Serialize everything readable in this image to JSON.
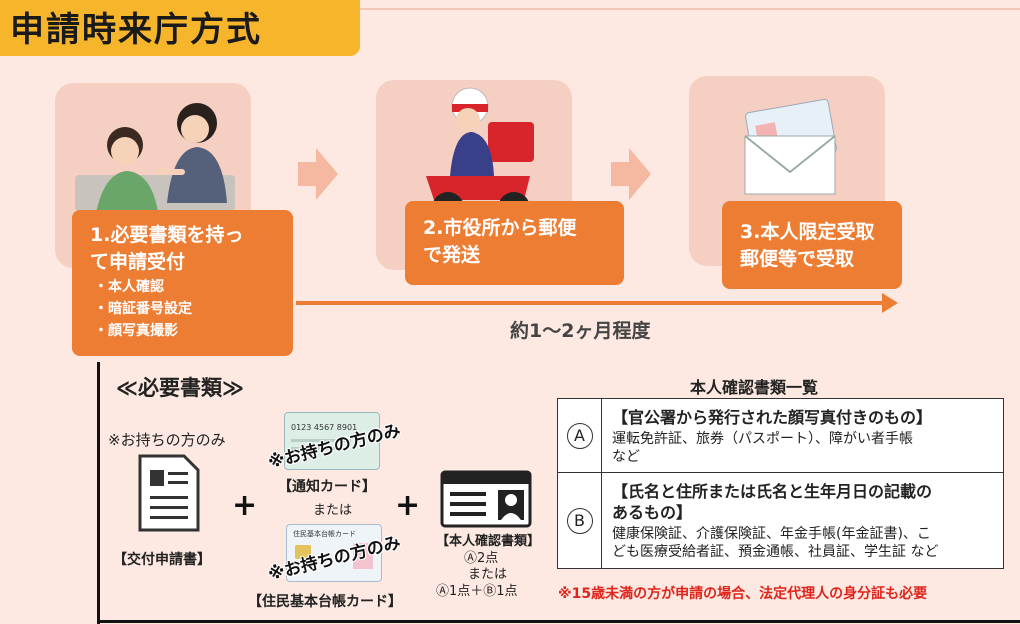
{
  "title": "申請時来庁方式",
  "steps": [
    {
      "label_line1": "1.必要書類を持っ",
      "label_line2": "て申請受付",
      "bullets": [
        "本人確認",
        "暗証番号設定",
        "顔写真撮影"
      ],
      "illustration": "reception-staff-illustration"
    },
    {
      "label_line1": "2.市役所から郵便",
      "label_line2": "で発送",
      "illustration": "postal-delivery-scooter-illustration"
    },
    {
      "label_line1": "3.本人限定受取",
      "label_line2": "郵便等で受取",
      "illustration": "envelope-with-card-illustration"
    }
  ],
  "period": "約1～2ヶ月程度",
  "required_docs": {
    "heading": "≪必要書類≫",
    "only_note": "※お持ちの方のみ",
    "application_form": "【交付申請書】",
    "notice_card": "【通知カード】",
    "or_text": "または",
    "resident_card": "【住民基本台帳カード】",
    "card_only_note": "※お持ちの方のみ",
    "id_docs_label": "【本人確認書類】",
    "id_docs_rule_1": "Ⓐ2点",
    "id_docs_rule_or": "または",
    "id_docs_rule_2": "Ⓐ1点＋Ⓑ1点",
    "plus_sign": "+",
    "notice_card_text": "0123 4567 8901",
    "resident_card_title": "住民基本台帳カード"
  },
  "id_list": {
    "title": "本人確認書類一覧",
    "rows": [
      {
        "letter": "A",
        "head": "【官公署から発行された顔写真付きのもの】",
        "desc_1": "運転免許証、旅券（パスポート）、障がい者手帳",
        "desc_2": "など"
      },
      {
        "letter": "B",
        "head_1": "【氏名と住所または氏名と生年月日の記載の",
        "head_2": "あるもの】",
        "desc_1": "健康保険証、介護保険証、年金手帳(年金証書)、こ",
        "desc_2": "ども医療受給者証、預金通帳、社員証、学生証 など"
      }
    ]
  },
  "warning": "※15歳未満の方が申請の場合、法定代理人の身分証も必要",
  "colors": {
    "accent_orange": "#ee7d34",
    "title_yellow": "#f7b52c",
    "background": "#fde9e1",
    "warning_red": "#e0241b"
  }
}
